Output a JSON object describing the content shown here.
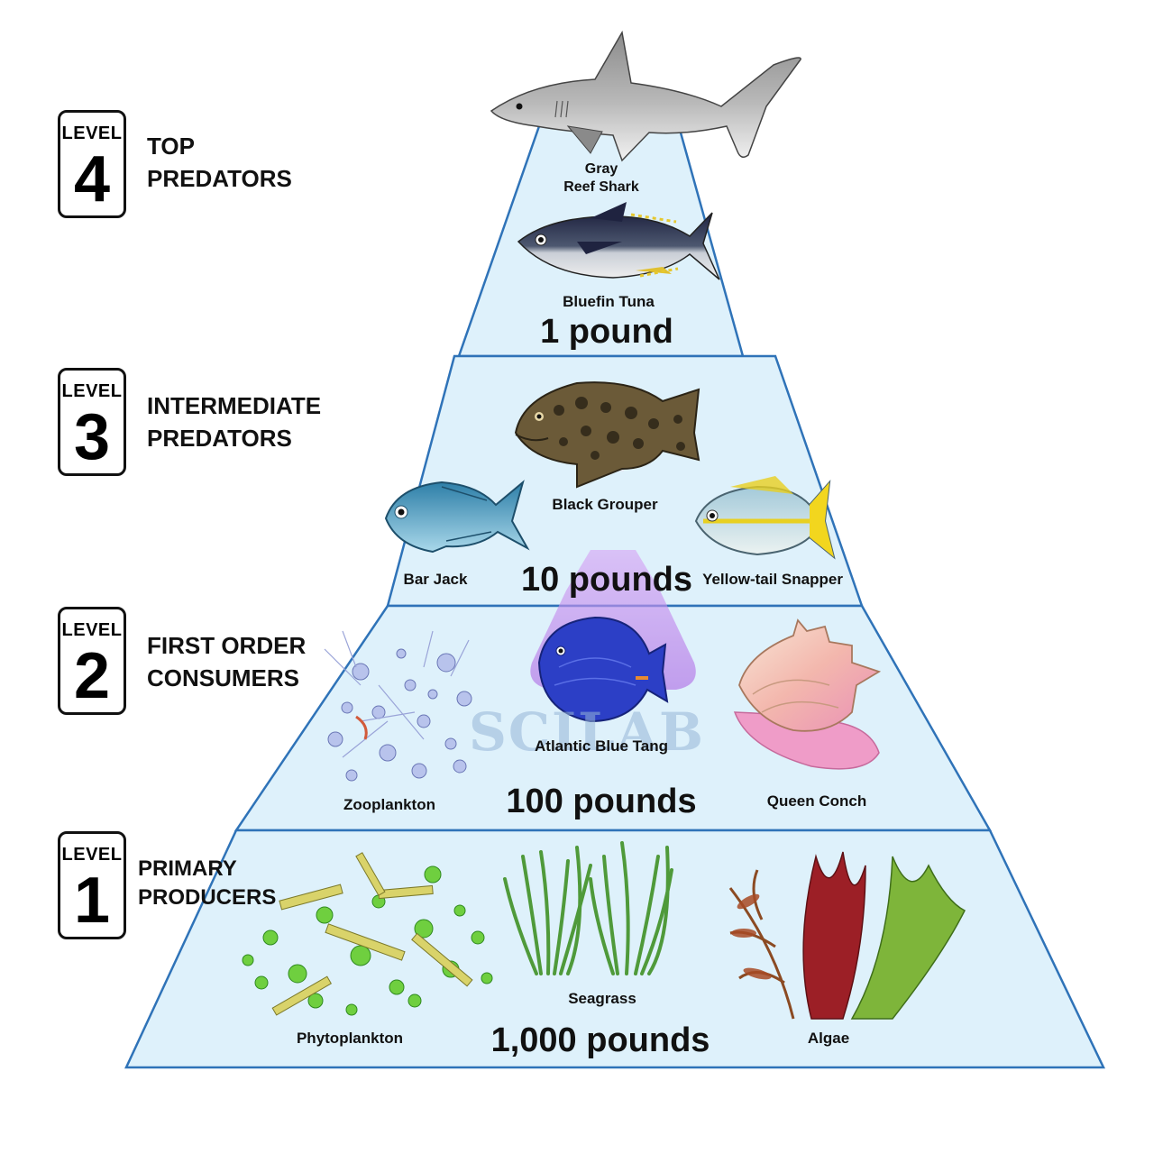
{
  "levels": [
    {
      "word": "LEVEL",
      "number": "4",
      "title": [
        "TOP",
        "PREDATORS"
      ]
    },
    {
      "word": "LEVEL",
      "number": "3",
      "title": [
        "INTERMEDIATE",
        "PREDATORS"
      ]
    },
    {
      "word": "LEVEL",
      "number": "2",
      "title": [
        "FIRST ORDER",
        "CONSUMERS"
      ]
    },
    {
      "word": "LEVEL",
      "number": "1",
      "title": [
        "PRIMARY",
        "PRODUCERS"
      ]
    }
  ],
  "organisms": {
    "shark": "Gray\nReef Shark",
    "tuna": "Bluefin Tuna",
    "grouper": "Black Grouper",
    "bar_jack": "Bar Jack",
    "snapper": "Yellow-tail Snapper",
    "zooplankton": "Zooplankton",
    "blue_tang": "Atlantic Blue Tang",
    "conch": "Queen Conch",
    "phytoplankton": "Phytoplankton",
    "seagrass": "Seagrass",
    "algae": "Algae"
  },
  "amounts": {
    "level4": "1 pound",
    "level3": "10 pounds",
    "level2": "100 pounds",
    "level1": "1,000 pounds"
  },
  "watermark": "SCILAB",
  "colors": {
    "pyramid_fill": "#def1fb",
    "pyramid_stroke": "#2f73b8",
    "text": "#111111"
  }
}
